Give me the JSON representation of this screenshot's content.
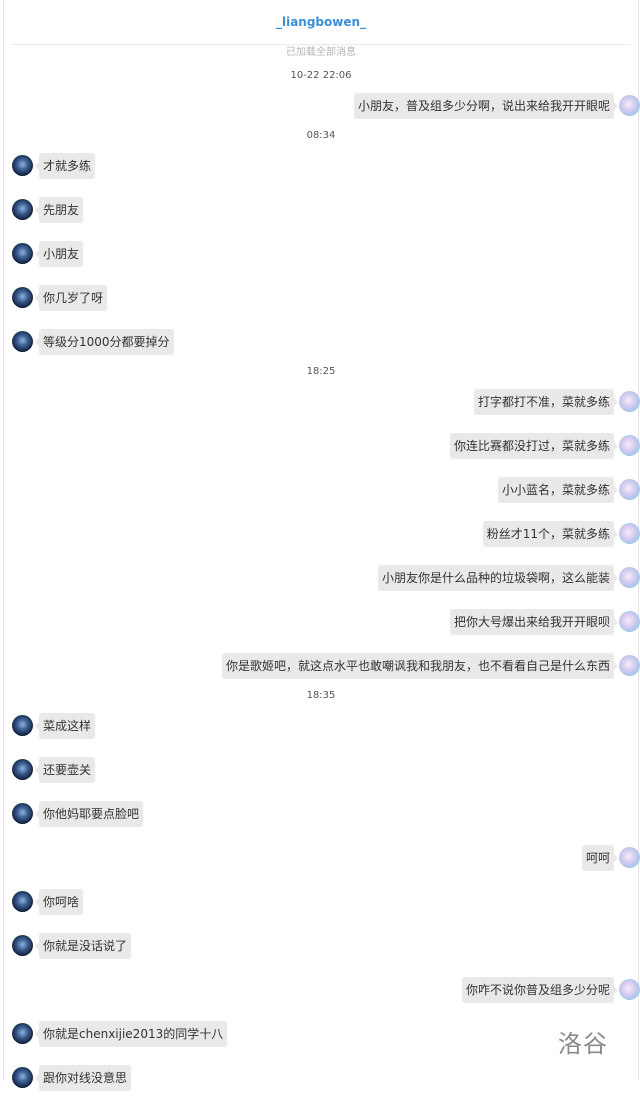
{
  "header": {
    "title": "_liangbowen_"
  },
  "notice": "已加载全部消息",
  "watermark": "洛谷",
  "colors": {
    "title": "#3b8fd6",
    "bubble": "#e9e9e9"
  },
  "messages": [
    {
      "type": "time",
      "text": "10-22 22:06"
    },
    {
      "type": "msg",
      "side": "right",
      "text": "小朋友，普及组多少分啊，说出来给我开开眼呢"
    },
    {
      "type": "time",
      "text": "08:34"
    },
    {
      "type": "msg",
      "side": "left",
      "text": "才就多练"
    },
    {
      "type": "msg",
      "side": "left",
      "text": "先朋友"
    },
    {
      "type": "msg",
      "side": "left",
      "text": "小朋友"
    },
    {
      "type": "msg",
      "side": "left",
      "text": "你几岁了呀"
    },
    {
      "type": "msg",
      "side": "left",
      "text": "等级分1000分都要掉分"
    },
    {
      "type": "time",
      "text": "18:25"
    },
    {
      "type": "msg",
      "side": "right",
      "text": "打字都打不准，菜就多练"
    },
    {
      "type": "msg",
      "side": "right",
      "text": "你连比赛都没打过，菜就多练"
    },
    {
      "type": "msg",
      "side": "right",
      "text": "小小蓝名，菜就多练"
    },
    {
      "type": "msg",
      "side": "right",
      "text": "粉丝才11个，菜就多练"
    },
    {
      "type": "msg",
      "side": "right",
      "text": "小朋友你是什么品种的垃圾袋啊，这么能装"
    },
    {
      "type": "msg",
      "side": "right",
      "text": "把你大号爆出来给我开开眼呗"
    },
    {
      "type": "msg",
      "side": "right",
      "text": "你是歌姬吧，就这点水平也敢嘲讽我和我朋友，也不看看自己是什么东西"
    },
    {
      "type": "time",
      "text": "18:35"
    },
    {
      "type": "msg",
      "side": "left",
      "text": "菜成这样"
    },
    {
      "type": "msg",
      "side": "left",
      "text": "还要壶关"
    },
    {
      "type": "msg",
      "side": "left",
      "text": "你他妈耶要点脸吧"
    },
    {
      "type": "msg",
      "side": "right",
      "text": "呵呵"
    },
    {
      "type": "msg",
      "side": "left",
      "text": "你呵啥"
    },
    {
      "type": "msg",
      "side": "left",
      "text": "你就是没话说了"
    },
    {
      "type": "msg",
      "side": "right",
      "text": "你咋不说你普及组多少分呢"
    },
    {
      "type": "msg",
      "side": "left",
      "text": "你就是chenxijie2013的同学十八"
    },
    {
      "type": "msg",
      "side": "left",
      "text": "跟你对线没意思"
    }
  ]
}
